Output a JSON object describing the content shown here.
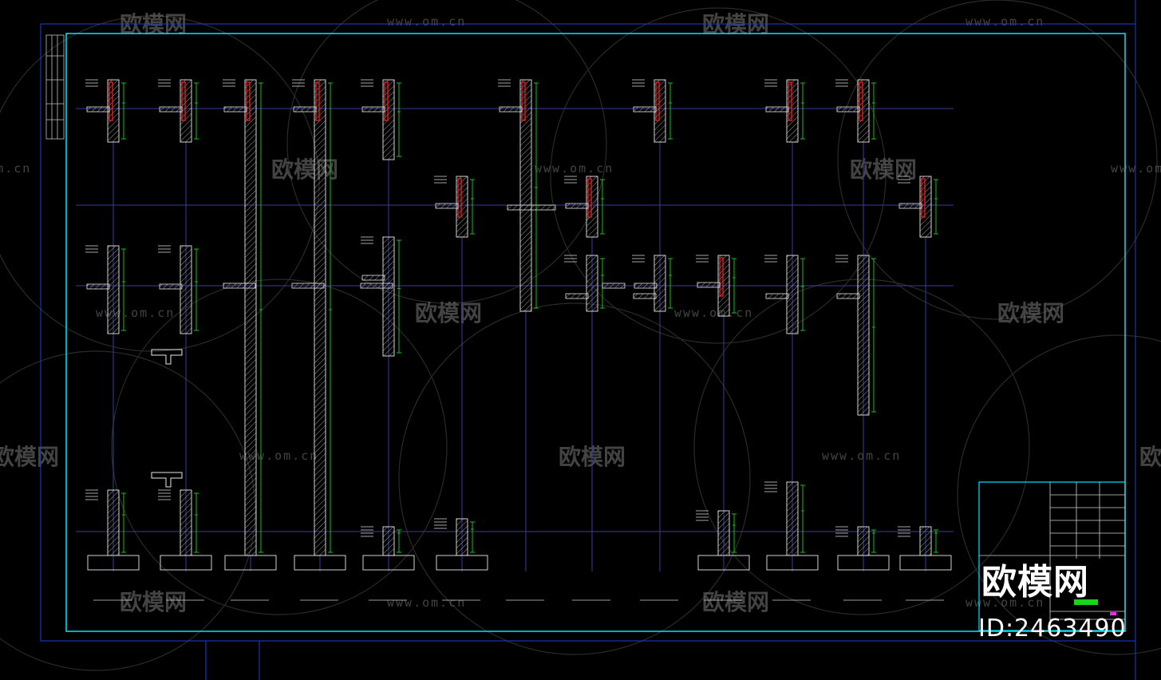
{
  "watermark": {
    "logo_text": "欧模网",
    "url_text": "www.om.cn"
  },
  "brand": {
    "logo_text": "欧模网",
    "id_text": "ID:2463490"
  },
  "colors": {
    "background": "#000000",
    "frame": "#00e5ff",
    "axis": "#3c3c9a",
    "wall": "#e8e8e8",
    "dimension": "#19d419",
    "highlight": "#e02020"
  }
}
